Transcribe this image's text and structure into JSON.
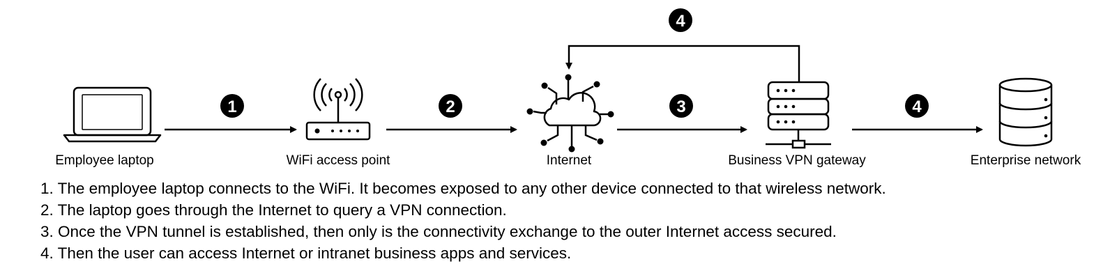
{
  "nodes": {
    "laptop": {
      "label": "Employee laptop",
      "icon": "laptop-icon"
    },
    "wifi": {
      "label": "WiFi access point",
      "icon": "wifi-router-icon"
    },
    "internet": {
      "label": "Internet",
      "icon": "cloud-network-icon"
    },
    "gateway": {
      "label": "Business VPN gateway",
      "icon": "server-rack-icon"
    },
    "enterprise": {
      "label": "Enterprise network",
      "icon": "database-icon"
    }
  },
  "badges": {
    "b1": "1",
    "b2": "2",
    "b3": "3",
    "b4_right": "4",
    "b4_top": "4"
  },
  "steps": [
    "1. The employee laptop connects to the WiFi. It becomes exposed to any other device connected to that wireless network.",
    "2. The laptop goes through the Internet to query a VPN connection.",
    "3. Once the VPN tunnel is established, then only is the connectivity exchange to the outer Internet access secured.",
    "4. Then the user can access Internet or intranet business apps and services."
  ],
  "colors": {
    "stroke": "#000000",
    "badge_fill": "#000000",
    "badge_text": "#ffffff",
    "background": "#ffffff"
  }
}
